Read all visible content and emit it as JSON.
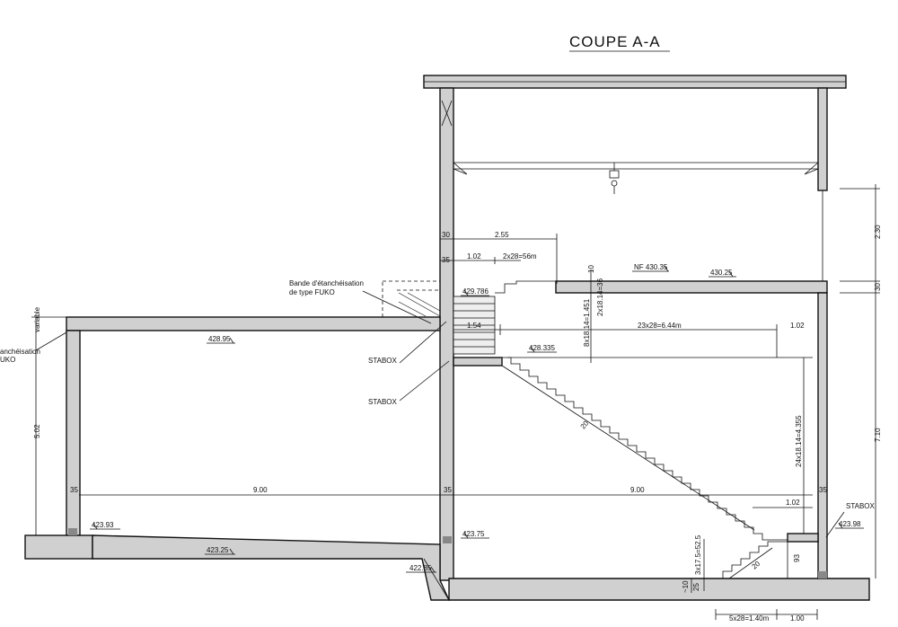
{
  "title": "COUPE A-A",
  "annotations": {
    "bande_line1": "Bande d'étanchéisation",
    "bande_line2": "de type FUKO",
    "left_cut_line1": "anchéisation",
    "left_cut_line2": "UKO",
    "left_cut_variable": "variable",
    "stabox_upper": "STABOX",
    "stabox_lower": "STABOX",
    "stabox_right": "STABOX"
  },
  "levels": {
    "roof_left": "428.95",
    "upper_landing": "429.786",
    "nf": "NF 430.35",
    "floor_right": "430.25",
    "mid_landing": "428.335",
    "garage_floor_left": "423.93",
    "garage_slope": "423.25",
    "garage_floor_right": "423.75",
    "basement_floor": "422.85",
    "stair_bottom_landing": "423.98"
  },
  "dimensions": {
    "d_30_top": "30",
    "d_255": "2.55",
    "d_35_top": "35",
    "d_102_top": "1.02",
    "d_2x28": "2x28=56m",
    "d_10": "10",
    "d_154": "1.54",
    "d_8x18": "8x18.14=1.451",
    "d_2x18": "2x18.14=36",
    "d_23x28": "23x28=6.44m",
    "d_102_mid": "1.02",
    "d_230": "2.30",
    "d_30_right": "30",
    "d_710": "7.10",
    "d_502": "5.02",
    "d_35_left": "35",
    "d_900_left": "9.00",
    "d_35_mid": "35",
    "d_900_right": "9.00",
    "d_35_right": "35",
    "d_102_low": "1.02",
    "d_24x18": "24x18.14=4.355",
    "d_20_stair": "20",
    "d_20_low": "20",
    "d_3x17": "3x17.5=52.5",
    "d_93": "93",
    "d_10_low": "~10",
    "d_25": "25",
    "d_5x28": "5x28=1.40m",
    "d_100": "1.00"
  }
}
